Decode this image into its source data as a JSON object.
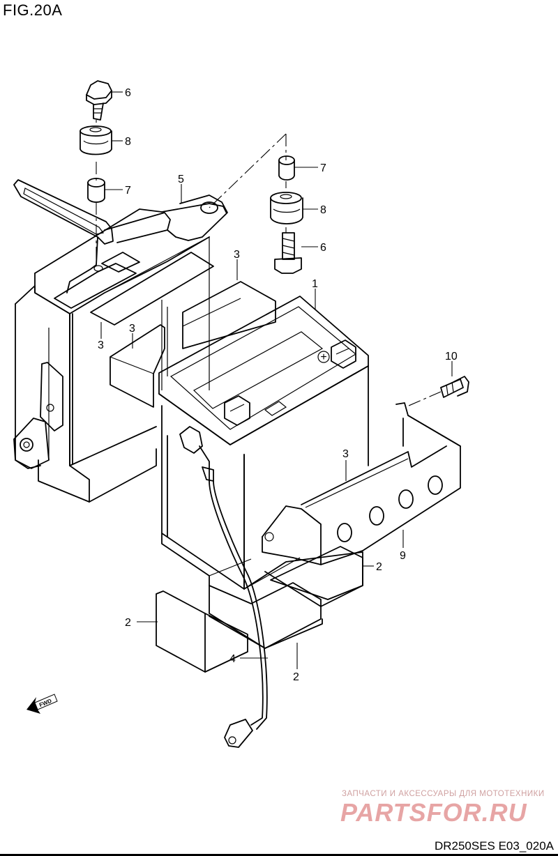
{
  "figure": {
    "title": "FIG.20A",
    "code": "DR250SES E03_020A"
  },
  "direction_badge": "FWD",
  "watermark": {
    "tagline": "ЗАПЧАСТИ И АКСЕССУАРЫ ДЛЯ МОТОТЕХНИКИ",
    "brand": "PARTSFOR.RU"
  },
  "part_labels": [
    "1",
    "2",
    "3",
    "4",
    "5",
    "6",
    "7",
    "8",
    "9",
    "10"
  ],
  "terminal_symbol": "+"
}
